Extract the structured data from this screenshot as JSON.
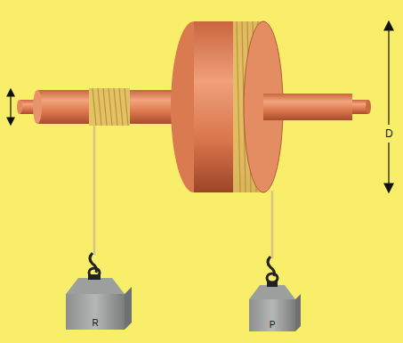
{
  "diagram": {
    "nodes": [
      {
        "text": [
          "R"
        ]
      },
      {
        "text": [
          "P"
        ]
      }
    ],
    "labels": [
      "D"
    ]
  }
}
